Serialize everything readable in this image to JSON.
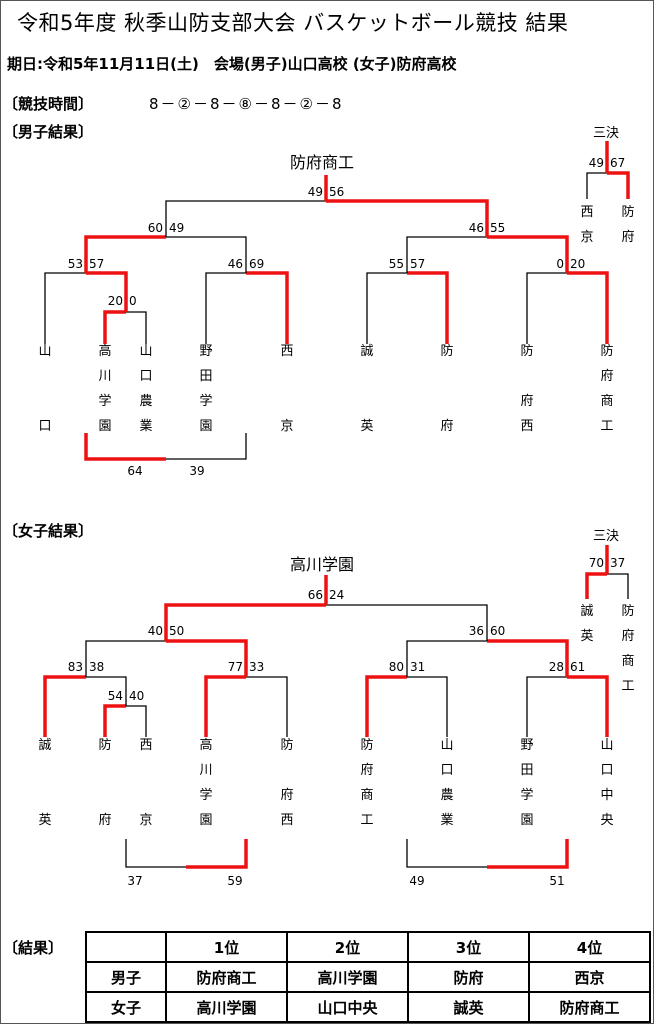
{
  "header": {
    "title": "令和5年度 秋季山防支部大会 バスケットボール競技 結果",
    "info": "期日:令和5年11月11日(土)　会場(男子)山口高校 (女子)防府高校",
    "schedule_label": "〔競技時間〕",
    "schedule": "8－②－8－⑧－8－②－8"
  },
  "colors": {
    "winner_line": "#ee1111",
    "loser_line": "#000000"
  },
  "boys": {
    "label": "〔男子結果〕",
    "champion": "防府商工",
    "third_label": "三決",
    "teams": [
      {
        "chars": [
          "山",
          "",
          "",
          "口"
        ]
      },
      {
        "chars": [
          "高",
          "川",
          "学",
          "園"
        ]
      },
      {
        "chars": [
          "山",
          "口",
          "農",
          "業"
        ]
      },
      {
        "chars": [
          "野",
          "田",
          "学",
          "園"
        ]
      },
      {
        "chars": [
          "西",
          "",
          "",
          "京"
        ]
      },
      {
        "chars": [
          "誠",
          "",
          "",
          "英"
        ]
      },
      {
        "chars": [
          "防",
          "",
          "",
          "府"
        ]
      },
      {
        "chars": [
          "防",
          "",
          "府",
          "西"
        ]
      },
      {
        "chars": [
          "防",
          "府",
          "商",
          "工"
        ]
      }
    ],
    "scores": {
      "final": [
        "49",
        "56"
      ],
      "semi_left": [
        "60",
        "49"
      ],
      "semi_right": [
        "46",
        "55"
      ],
      "qf1": [
        "53",
        "57"
      ],
      "qf2": [
        "46",
        "69"
      ],
      "qf3": [
        "55",
        "57"
      ],
      "qf4": [
        "0",
        "20"
      ],
      "first_round": [
        "20",
        "0"
      ],
      "third": [
        "49",
        "67"
      ],
      "consolation": [
        "64",
        "39"
      ]
    },
    "third_teams": [
      {
        "chars": [
          "西",
          "京"
        ]
      },
      {
        "chars": [
          "防",
          "府"
        ]
      }
    ]
  },
  "girls": {
    "label": "〔女子結果〕",
    "champion": "高川学園",
    "third_label": "三決",
    "teams": [
      {
        "chars": [
          "誠",
          "",
          "",
          "英"
        ]
      },
      {
        "chars": [
          "防",
          "",
          "",
          "府"
        ]
      },
      {
        "chars": [
          "西",
          "",
          "",
          "京"
        ]
      },
      {
        "chars": [
          "高",
          "川",
          "学",
          "園"
        ]
      },
      {
        "chars": [
          "防",
          "",
          "府",
          "西"
        ]
      },
      {
        "chars": [
          "防",
          "府",
          "商",
          "工"
        ]
      },
      {
        "chars": [
          "山",
          "口",
          "農",
          "業"
        ]
      },
      {
        "chars": [
          "野",
          "田",
          "学",
          "園"
        ]
      },
      {
        "chars": [
          "山",
          "口",
          "中",
          "央"
        ]
      }
    ],
    "scores": {
      "final": [
        "66",
        "24"
      ],
      "semi_left": [
        "40",
        "50"
      ],
      "semi_right": [
        "36",
        "60"
      ],
      "qf1": [
        "83",
        "38"
      ],
      "qf2": [
        "77",
        "33"
      ],
      "qf3": [
        "80",
        "31"
      ],
      "qf4": [
        "28",
        "61"
      ],
      "first_round": [
        "54",
        "40"
      ],
      "third": [
        "70",
        "37"
      ],
      "cons_left": [
        "37",
        "59"
      ],
      "cons_right": [
        "49",
        "51"
      ]
    },
    "third_teams": [
      {
        "chars": [
          "誠",
          "英"
        ]
      },
      {
        "chars": [
          "防",
          "府",
          "商",
          "工"
        ]
      }
    ]
  },
  "results": {
    "label": "〔結果〕",
    "headers": [
      "",
      "1位",
      "2位",
      "3位",
      "4位"
    ],
    "rows": [
      {
        "category": "男子",
        "places": [
          "防府商工",
          "高川学園",
          "防府",
          "西京"
        ]
      },
      {
        "category": "女子",
        "places": [
          "高川学園",
          "山口中央",
          "誠英",
          "防府商工"
        ]
      }
    ]
  }
}
